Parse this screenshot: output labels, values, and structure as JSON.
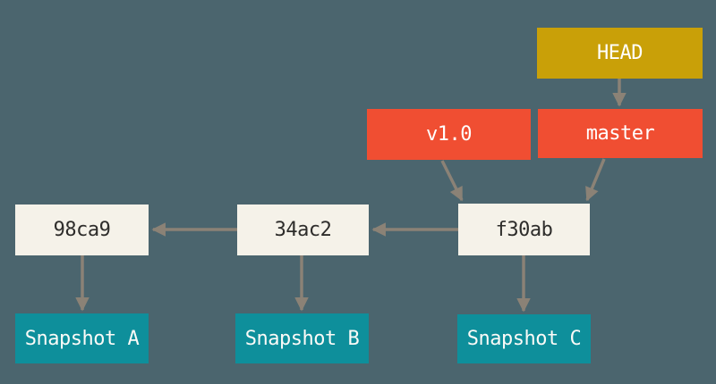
{
  "diagram": {
    "type": "git-commit-graph",
    "nodes": {
      "head": {
        "label": "HEAD",
        "kind": "pointer",
        "color": "#C9A008"
      },
      "v1_0": {
        "label": "v1.0",
        "kind": "tag",
        "color": "#F04E32"
      },
      "master": {
        "label": "master",
        "kind": "branch",
        "color": "#F04E32"
      },
      "c98ca9": {
        "label": "98ca9",
        "kind": "commit",
        "color": "#F5F2E9"
      },
      "c34ac2": {
        "label": "34ac2",
        "kind": "commit",
        "color": "#F5F2E9"
      },
      "cf30ab": {
        "label": "f30ab",
        "kind": "commit",
        "color": "#F5F2E9"
      },
      "snap_a": {
        "label": "Snapshot A",
        "kind": "snapshot",
        "color": "#0E8F9B"
      },
      "snap_b": {
        "label": "Snapshot B",
        "kind": "snapshot",
        "color": "#0E8F9B"
      },
      "snap_c": {
        "label": "Snapshot C",
        "kind": "snapshot",
        "color": "#0E8F9B"
      }
    },
    "edges": [
      {
        "from": "HEAD",
        "to": "master"
      },
      {
        "from": "master",
        "to": "f30ab"
      },
      {
        "from": "v1.0",
        "to": "f30ab"
      },
      {
        "from": "f30ab",
        "to": "34ac2"
      },
      {
        "from": "34ac2",
        "to": "98ca9"
      },
      {
        "from": "98ca9",
        "to": "Snapshot A"
      },
      {
        "from": "34ac2",
        "to": "Snapshot B"
      },
      {
        "from": "f30ab",
        "to": "Snapshot C"
      }
    ],
    "colors": {
      "background": "#4B656E",
      "head_box": "#C9A008",
      "ref_box": "#F04E32",
      "commit_box": "#F5F2E9",
      "snapshot_box": "#0E8F9B",
      "arrow": "#8B8276",
      "commit_text": "#2E2D2B",
      "light_text": "#FFFFFF"
    }
  }
}
